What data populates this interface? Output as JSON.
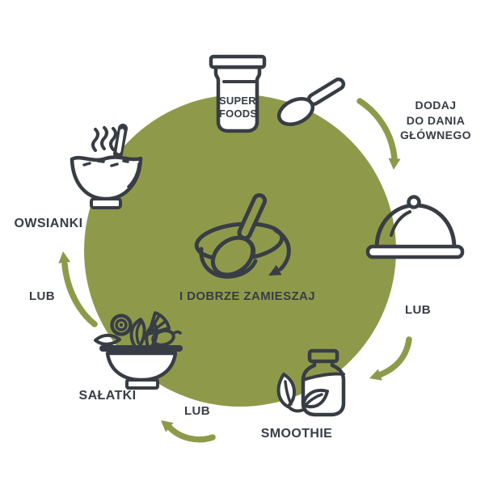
{
  "colors": {
    "olive": "#8E9A4A",
    "ink": "#383D45",
    "background": "#FFFFFF"
  },
  "jar_label": {
    "line1": "SUPER",
    "line2": "FOODS"
  },
  "steps": {
    "main_dish": {
      "line1": "DODAJ",
      "line2": "DO DANIA",
      "line3": "GŁÓWNEGO"
    },
    "smoothie": {
      "label": "SMOOTHIE"
    },
    "salads": {
      "label": "SAŁATKI"
    },
    "oatmeal": {
      "label": "OWSIANKI"
    }
  },
  "connectors": {
    "right": "LUB",
    "bottom": "LUB",
    "left": "LUB"
  },
  "center": {
    "label": "I DOBRZE ZAMIESZAJ"
  },
  "icons": {
    "jar": "superfoods-jar-icon",
    "spoon": "spoon-icon",
    "main_dish": "cloche-icon",
    "smoothie": "smoothie-bottle-leaves-icon",
    "salads": "salad-bowl-icon",
    "oatmeal": "porridge-bowl-steam-icon",
    "center": "stirring-spoon-bowl-icon",
    "connector_arrows": "curved-arrow-icon"
  }
}
